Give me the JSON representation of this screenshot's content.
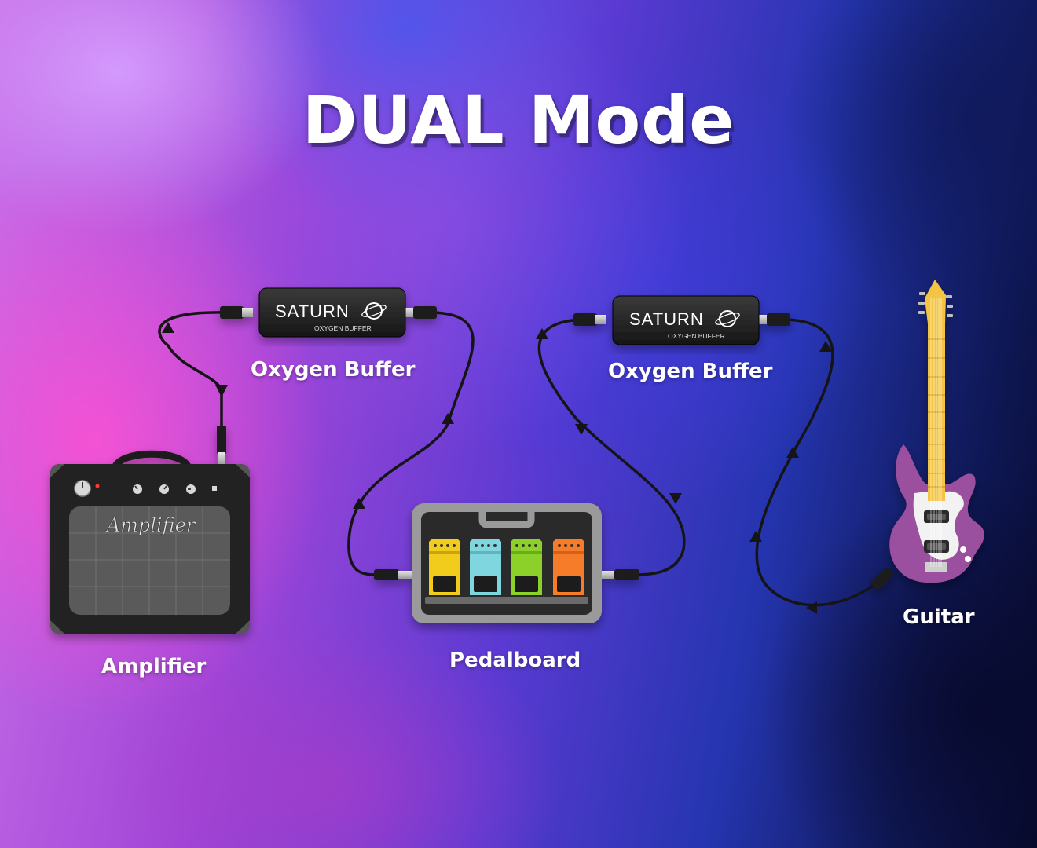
{
  "title": "DUAL Mode",
  "labels": {
    "buffer_left": "Oxygen Buffer",
    "buffer_right": "Oxygen Buffer",
    "amplifier": "Amplifier",
    "pedalboard": "Pedalboard",
    "guitar": "Guitar"
  },
  "buffer": {
    "brand": "SATURN",
    "model": "OXYGEN BUFFER"
  },
  "amplifier_face": "Amplifier",
  "colors": {
    "cable": "#151515",
    "pedal_yellow": "#f2cc1c",
    "pedal_cyan": "#7fd6de",
    "pedal_green": "#8bd12c",
    "pedal_orange": "#f77b2a",
    "guitar_body": "#9b4f9f",
    "guitar_neck": "#f4c542"
  },
  "icons": [
    "amplifier-icon",
    "pedalboard-icon",
    "buffer-icon",
    "guitar-icon"
  ]
}
